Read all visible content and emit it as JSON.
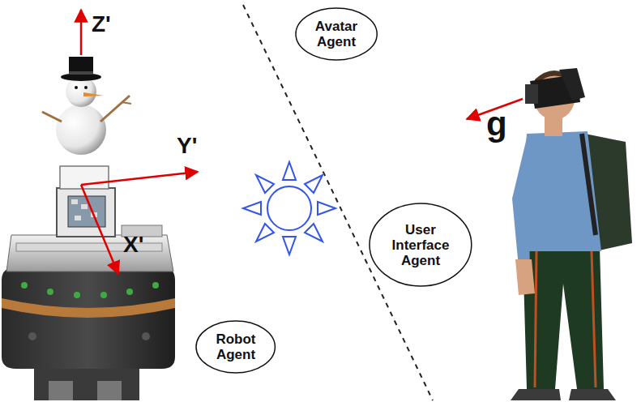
{
  "diagram": {
    "nodes": [
      {
        "text": [
          "Avatar Agent"
        ]
      },
      {
        "text": [
          "User Interface Agent"
        ]
      },
      {
        "text": [
          "Robot Agent"
        ]
      }
    ],
    "labels": [
      "Z'",
      "g",
      "Y'",
      "X'"
    ]
  }
}
